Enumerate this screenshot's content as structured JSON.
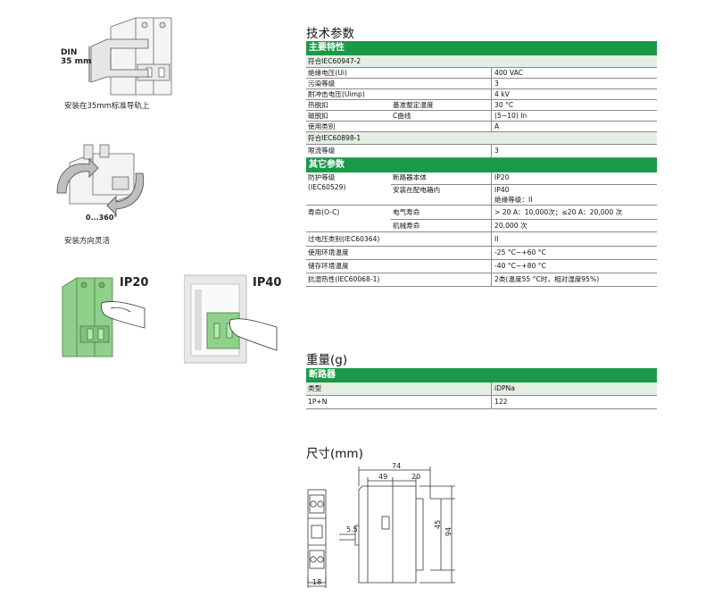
{
  "left": {
    "din_label_1": "DIN",
    "din_label_2": "35 mm",
    "caption_mount": "安装在35mm标准导轨上",
    "rotation_label": "0...360°",
    "caption_orientation": "安装方向灵活",
    "ip20_label": "IP20",
    "ip40_label": "IP40"
  },
  "tech": {
    "title": "技术参数",
    "main_header": "主要特性",
    "sub1": "符合IEC60947-2",
    "rows1": [
      {
        "a": "绝缘电压(Ui)",
        "b": "",
        "v": "400 VAC"
      },
      {
        "a": "污染等级",
        "b": "",
        "v": "3"
      },
      {
        "a": "耐冲击电压(Uimp)",
        "b": "",
        "v": "4 kV"
      },
      {
        "a": "热脱扣",
        "b": "基准整定温度",
        "v": "30 °C"
      },
      {
        "a": "磁脱扣",
        "b": "C曲线",
        "v": "(5~10) In"
      },
      {
        "a": "使用类别",
        "b": "",
        "v": "A"
      }
    ],
    "sub2": "符合IEC60898-1",
    "rows2": [
      {
        "a": "限流等级",
        "b": "",
        "v": "3"
      }
    ],
    "other_header": "其它参数",
    "protection": {
      "a1": "防护等级",
      "a2": "(IEC60529)",
      "b1": "断路器本体",
      "v1": "IP20",
      "b2": "安装在配电箱内",
      "v2a": "IP40",
      "v2b": "绝缘等级：II"
    },
    "life": {
      "a": "寿命(O-C)",
      "b1": "电气寿命",
      "v1": "> 20 A：10,000次；≤20 A：20,000 次",
      "b2": "机械寿命",
      "v2": "20,000 次"
    },
    "rows3": [
      {
        "a": "过电压类别(IEC60364)",
        "v": "II"
      },
      {
        "a": "使用环境温度",
        "v": "-25 °C~+60 °C"
      },
      {
        "a": "储存环境温度",
        "v": "-40 °C~+80 °C"
      },
      {
        "a": "抗湿热性(IEC60068-1)",
        "v": "2类(温度55 °C时，相对湿度95%)"
      }
    ]
  },
  "weight": {
    "title": "重量(g)",
    "header": "断路器",
    "col_a": "类型",
    "col_b": "iDPNa",
    "row_a": "1P+N",
    "row_b": "122"
  },
  "dims": {
    "title": "尺寸(mm)",
    "d74": "74",
    "d49": "49",
    "d20": "20",
    "d55": "5.5",
    "d45": "45",
    "d94": "94",
    "d18": "18"
  }
}
